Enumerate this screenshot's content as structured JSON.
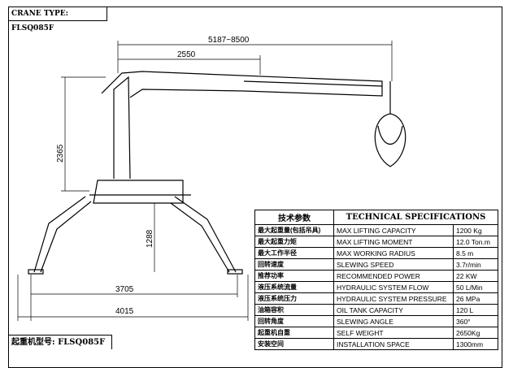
{
  "crane_type": "CRANE TYPE: FLSQ085F",
  "model_label": "起重机型号: FLSQ085F",
  "dimensions": {
    "reach": "5187~8500",
    "boom_base": "2550",
    "height": "2365",
    "leg_height": "1288",
    "inner_span": "3705",
    "outer_span": "4015"
  },
  "specs": {
    "header_cn": "技术参数",
    "header_en": "TECHNICAL SPECIFICATIONS",
    "rows": [
      {
        "cn": "最大起重量(包括吊具)",
        "en": "MAX LIFTING CAPACITY",
        "value": "1200 Kg"
      },
      {
        "cn": "最大起重力矩",
        "en": "MAX LIFTING MOMENT",
        "value": "12.0 Ton.m"
      },
      {
        "cn": "最大工作半径",
        "en": "MAX WORKING RADIUS",
        "value": "8.5 m"
      },
      {
        "cn": "回转速度",
        "en": "SLEWING SPEED",
        "value": "3.7r/min"
      },
      {
        "cn": "推荐功率",
        "en": "RECOMMENDED POWER",
        "value": "22 KW"
      },
      {
        "cn": "液压系统流量",
        "en": "HYDRAULIC SYSTEM FLOW",
        "value": "50 L/Min"
      },
      {
        "cn": "液压系统压力",
        "en": "HYDRAULIC SYSTEM PRESSURE",
        "value": "26 MPa"
      },
      {
        "cn": "油箱容积",
        "en": "OIL TANK CAPACITY",
        "value": "120 L"
      },
      {
        "cn": "回转角度",
        "en": "SLEWING ANGLE",
        "value": "360°"
      },
      {
        "cn": "起重机自重",
        "en": "SELF WEIGHT",
        "value": "2650Kg"
      },
      {
        "cn": "安装空间",
        "en": "INSTALLATION SPACE",
        "value": "1300mm"
      }
    ]
  }
}
